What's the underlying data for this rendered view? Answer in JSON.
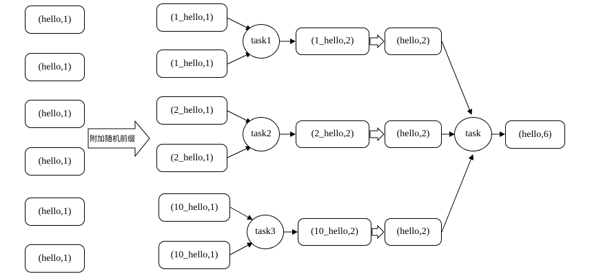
{
  "input": {
    "records": [
      "(hello,1)",
      "(hello,1)",
      "(hello,1)",
      "(hello,1)",
      "(hello,1)",
      "(hello,1)"
    ]
  },
  "transform": {
    "label": "附加随机前缀"
  },
  "groups": [
    {
      "inputs": [
        "(1_hello,1)",
        "(1_hello,1)"
      ],
      "task": "task1",
      "partial": "(1_hello,2)",
      "stripped": "(hello,2)"
    },
    {
      "inputs": [
        "(2_hello,1)",
        "(2_hello,1)"
      ],
      "task": "task2",
      "partial": "(2_hello,2)",
      "stripped": "(hello,2)"
    },
    {
      "inputs": [
        "(10_hello,1)",
        "(10_hello,1)"
      ],
      "task": "task3",
      "partial": "(10_hello,2)",
      "stripped": "(hello,2)"
    }
  ],
  "final": {
    "task": "task",
    "result": "(hello,6)"
  }
}
